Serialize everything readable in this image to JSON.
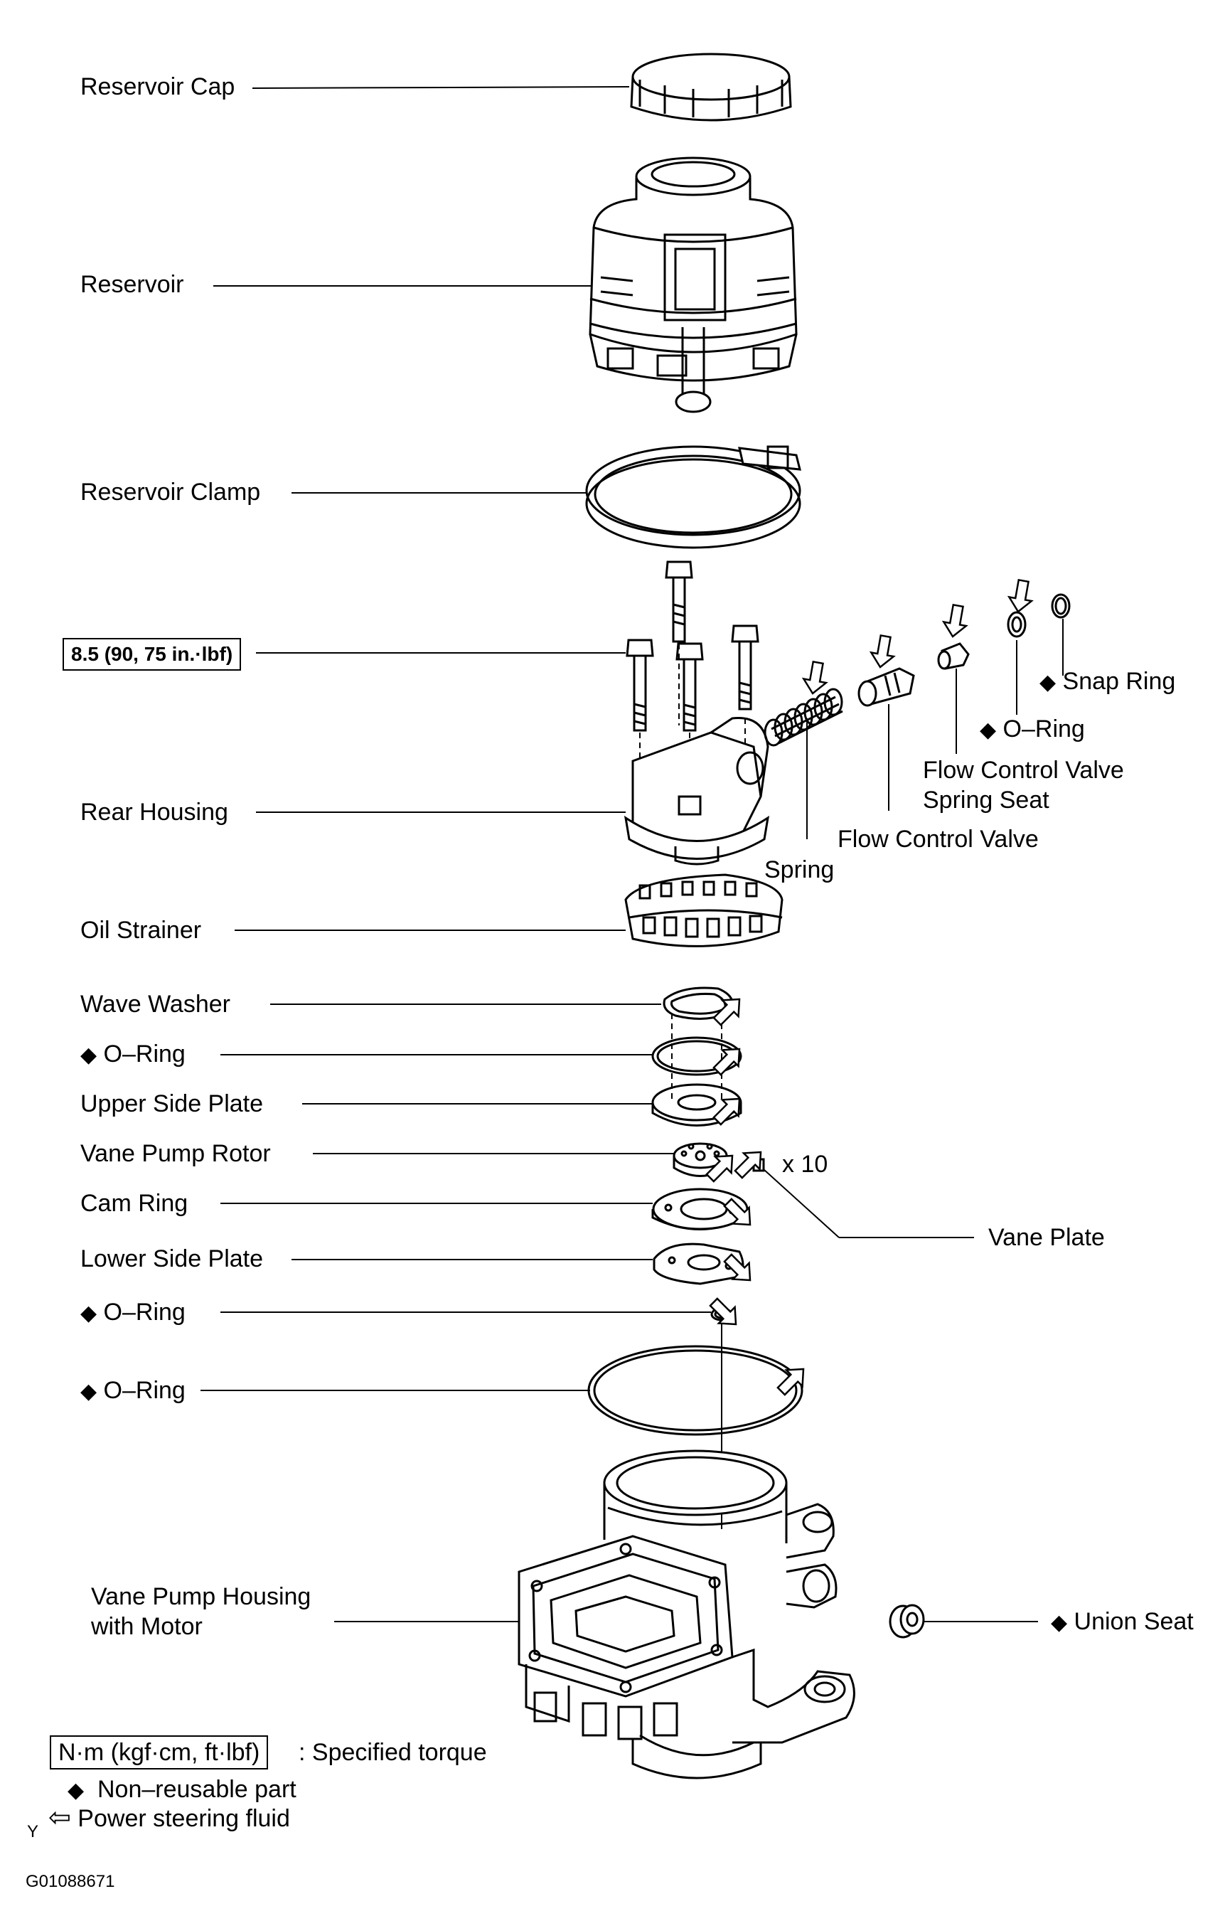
{
  "labels": {
    "reservoir_cap": "Reservoir Cap",
    "reservoir": "Reservoir",
    "reservoir_clamp": "Reservoir Clamp",
    "rear_housing": "Rear Housing",
    "oil_strainer": "Oil Strainer",
    "wave_washer": "Wave Washer",
    "o_ring": "O–Ring",
    "upper_side_plate": "Upper Side Plate",
    "vane_pump_rotor": "Vane Pump Rotor",
    "cam_ring": "Cam Ring",
    "lower_side_plate": "Lower Side Plate",
    "vane_pump_housing_1": "Vane Pump Housing",
    "vane_pump_housing_2": "with Motor",
    "snap_ring": "Snap Ring",
    "flow_control_valve_spring_seat_1": "Flow Control Valve",
    "flow_control_valve_spring_seat_2": "Spring Seat",
    "flow_control_valve": "Flow Control Valve",
    "spring": "Spring",
    "vane_plate": "Vane Plate",
    "union_seat": "Union Seat",
    "vane_count": "x 10"
  },
  "torque_value": "8.5 (90, 75 in.·lbf)",
  "legend": {
    "torque_unit_box": "N·m (kgf·cm, ft·lbf)",
    "torque_desc": ": Specified torque",
    "diamond_symbol": "◆",
    "non_reusable": "Non–reusable part",
    "fluid_arrow": "⇦",
    "fluid_desc": "Power steering fluid"
  },
  "corner_mark": "Y",
  "figure_code": "G01088671"
}
